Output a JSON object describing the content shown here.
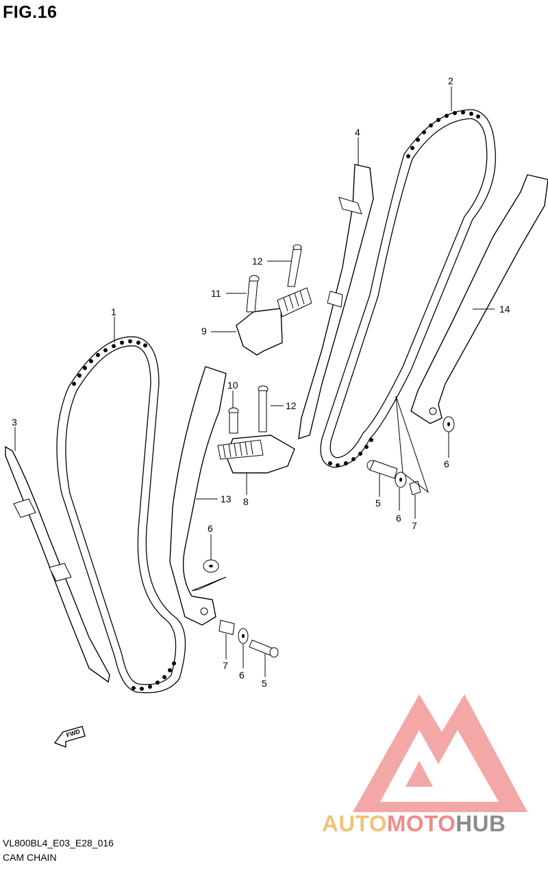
{
  "figure": {
    "title": "FIG.16"
  },
  "footer": {
    "model_code": "VL800BL4_E03_E28_016",
    "caption": "CAM CHAIN"
  },
  "direction_marker": {
    "label": "FWD"
  },
  "watermark": {
    "part1": "AUTO",
    "part2": "MOTO",
    "part3": "HUB",
    "colors": {
      "auto": "#f2c27a",
      "moto": "#f08a8a",
      "hub": "#8c8c8c",
      "logo": "#f08a8a"
    }
  },
  "callouts": {
    "c1": "1",
    "c2": "2",
    "c3": "3",
    "c4": "4",
    "c5a": "5",
    "c5b": "5",
    "c6a": "6",
    "c6b": "6",
    "c6c": "6",
    "c6d": "6",
    "c7a": "7",
    "c7b": "7",
    "c8": "8",
    "c9": "9",
    "c10": "10",
    "c11": "11",
    "c12a": "12",
    "c12b": "12",
    "c13": "13",
    "c14": "14"
  }
}
